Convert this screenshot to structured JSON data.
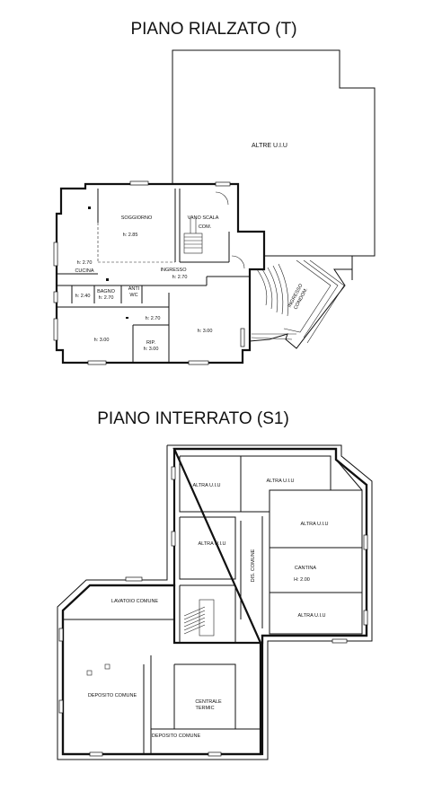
{
  "titles": {
    "ground_floor": "PIANO RIALZATO (T)",
    "basement": "PIANO INTERRATO (S1)"
  },
  "ground_floor": {
    "altre_uiu": "ALTRE U.I.U",
    "soggiorno": "SOGGIORNO",
    "soggiorno_h": "h: 2.85",
    "vano_scala": "VANO SCALA",
    "vano_scala_2": "COM.",
    "cucina_h": "h: 2.70",
    "cucina": "CUCINA",
    "ingresso": "INGRESSO",
    "ingresso_h": "h: 2.70",
    "bagno": "BAGNO",
    "bagno_h": "h: 2.70",
    "bagno_h2": "h: 2.40",
    "anti": "ANTI",
    "wc": "WC",
    "corridor_h": "h: 2.70",
    "room_left_h": "h: 3.00",
    "rip": "RIP.",
    "rip_h": "h: 3.00",
    "room_right_h": "h: 3.00",
    "ingresso_condom_1": "INGRESSO",
    "ingresso_condom_2": "CONDOM."
  },
  "basement": {
    "altra_1": "ALTRA U.I.U",
    "altra_2": "ALTRA U.I.U",
    "altra_3": "ALTRA U.I.U",
    "altra_4": "ALTRA U.I.U",
    "altra_5": "ALTRA U.I.U",
    "cantina": "CANTINA",
    "cantina_h": "H: 2.00",
    "dis_comune": "DIS. COMUNE",
    "lavatoio": "LAVATOIO COMUNE",
    "deposito_1": "DEPOSITO COMUNE",
    "deposito_2": "DEPOSITO COMUNE",
    "centrale_1": "CENTRALE",
    "centrale_2": "TERMIC"
  }
}
